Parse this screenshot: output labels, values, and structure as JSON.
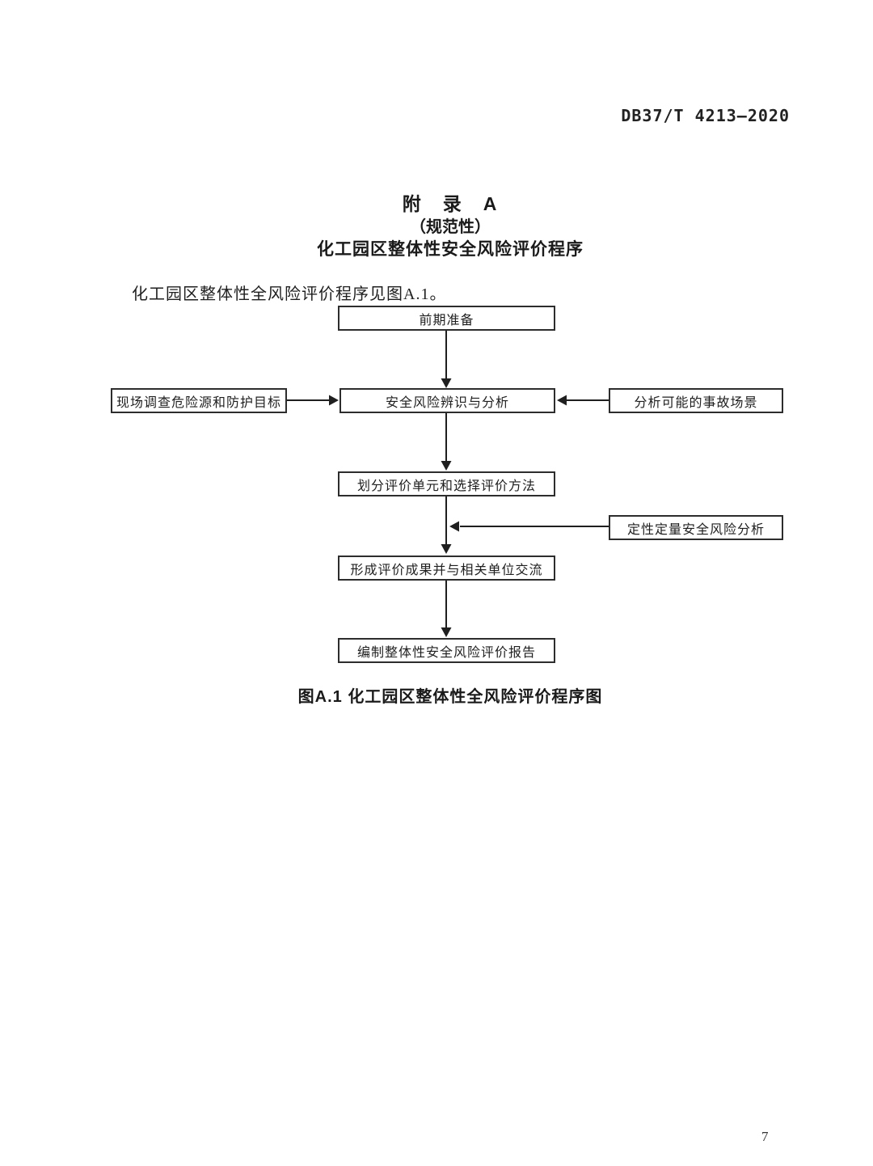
{
  "page": {
    "header_code": "DB37/T 4213—2020",
    "page_number": "7"
  },
  "appendix": {
    "title": "附　录　A",
    "subtitle": "（规范性）",
    "heading": "化工园区整体性安全风险评价程序",
    "intro": "化工园区整体性全风险评价程序见图A.1。"
  },
  "flowchart": {
    "nodes": [
      {
        "id": "prep",
        "label": "前期准备"
      },
      {
        "id": "survey",
        "label": "现场调查危险源和防护目标"
      },
      {
        "id": "identify",
        "label": "安全风险辨识与分析"
      },
      {
        "id": "scenario",
        "label": "分析可能的事故场景"
      },
      {
        "id": "divide",
        "label": "划分评价单元和选择评价方法"
      },
      {
        "id": "qualquant",
        "label": "定性定量安全风险分析"
      },
      {
        "id": "results",
        "label": "形成评价成果并与相关单位交流"
      },
      {
        "id": "report",
        "label": "编制整体性安全风险评价报告"
      }
    ],
    "caption": "图A.1  化工园区整体性全风险评价程序图"
  },
  "colors": {
    "ink": "#1f1f1f",
    "box_border": "#2d2d2d",
    "background": "#ffffff"
  }
}
